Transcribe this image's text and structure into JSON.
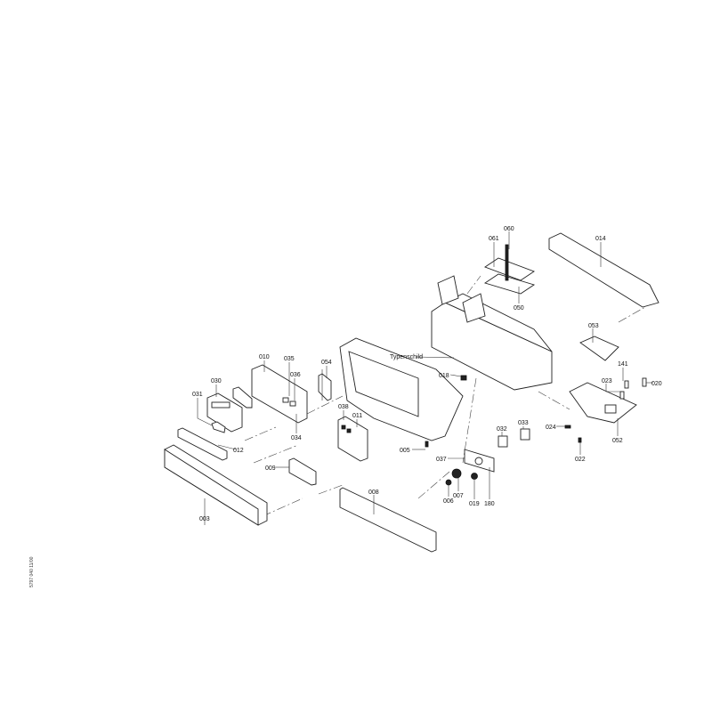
{
  "labels": {
    "p003": "003",
    "p005": "005",
    "p006": "006",
    "p007": "007",
    "p008": "008",
    "p009": "009",
    "p010": "010",
    "p011": "011",
    "p012": "012",
    "p014": "014",
    "p018": "018",
    "p019": "019",
    "p020": "020",
    "p022": "022",
    "p023": "023",
    "p024": "024",
    "p030": "030",
    "p031": "031",
    "p032": "032",
    "p033": "033",
    "p034": "034",
    "p035": "035",
    "p036": "036",
    "p037": "037",
    "p038": "038",
    "p050": "050",
    "p052": "052",
    "p053": "053",
    "p054": "054",
    "p060": "060",
    "p061": "061",
    "p141": "141",
    "p180": "180",
    "typenschild": "Typenschild"
  },
  "stamp": "5797 040   11/00"
}
